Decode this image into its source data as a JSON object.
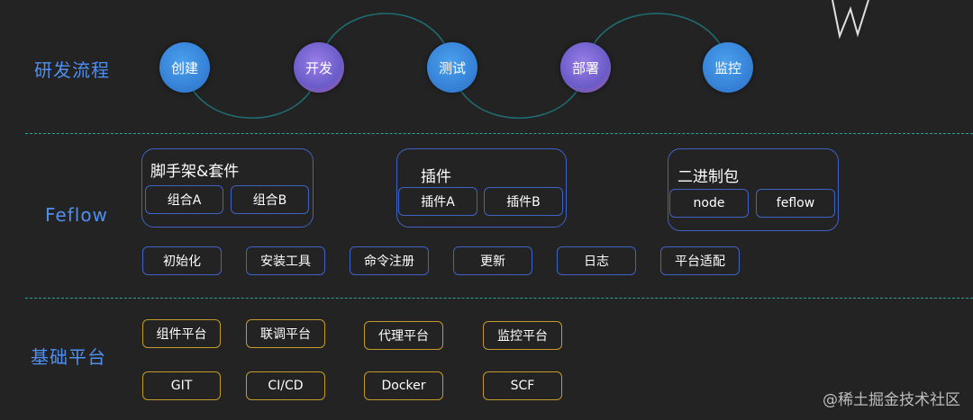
{
  "sections": {
    "process": "研发流程",
    "feflow": "Feflow",
    "platform": "基础平台"
  },
  "process_nodes": [
    "创建",
    "开发",
    "测试",
    "部署",
    "监控"
  ],
  "feflow": {
    "scaffold": {
      "title": "脚手架&套件",
      "items": [
        "组合A",
        "组合B"
      ]
    },
    "plugin": {
      "title": "插件",
      "items": [
        "插件A",
        "插件B"
      ]
    },
    "binary": {
      "title": "二进制包",
      "items": [
        "node",
        "feflow"
      ]
    },
    "features": [
      "初始化",
      "安装工具",
      "命令注册",
      "更新",
      "日志",
      "平台适配"
    ]
  },
  "platform": {
    "row1": [
      "组件平台",
      "联调平台",
      "代理平台",
      "监控平台"
    ],
    "row2": [
      "GIT",
      "CI/CD",
      "Docker",
      "SCF"
    ]
  },
  "watermark": "@稀土掘金技术社区",
  "colors": {
    "background": "#232323",
    "accent_blue": "#4f8ff0",
    "box_blue": "#3f63c6",
    "box_gold": "#c49a2e",
    "divider": "#2aa49a"
  }
}
